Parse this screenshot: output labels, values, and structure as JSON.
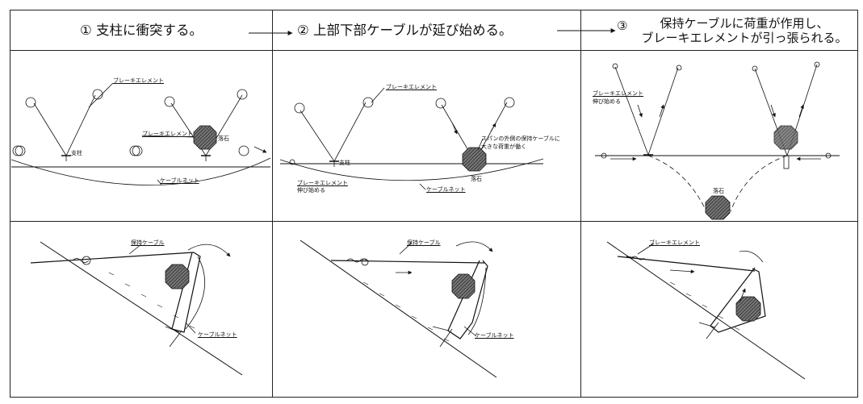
{
  "steps": [
    {
      "number": "①",
      "text": "支柱に衝突する。"
    },
    {
      "number": "②",
      "text": "上部下部ケーブルが延び始める。"
    },
    {
      "number": "③",
      "text": "保持ケーブルに荷重が作用し、\nブレーキエレメントが引っ張られる。"
    }
  ],
  "labels": {
    "p1_brake_top": "ブレーキエレメント",
    "p1_brake_mid": "ブレーキエレメント",
    "p1_post": "支柱",
    "p1_rock": "落石",
    "p1_net": "ケーブルネット",
    "p2_brake": "ブレーキエレメント",
    "p2_post": "支柱",
    "p2_brake_low": "ブレーキエレメント",
    "p2_extend": "伸び始める",
    "p2_net": "ケーブルネット",
    "p2_rock": "落石",
    "p2_note_1": "スパンの外側の保持ケーブルに",
    "p2_note_2": "大きな荷重が働く",
    "p3_brake": "ブレーキエレメント",
    "p3_extend": "伸び始める",
    "p3_rock": "落石",
    "s1_hold": "保持ケーブル",
    "s1_net": "ケーブルネット",
    "s2_hold": "保持ケーブル",
    "s2_net": "ケーブルネット",
    "s3_brake": "ブレーキエレメント"
  }
}
